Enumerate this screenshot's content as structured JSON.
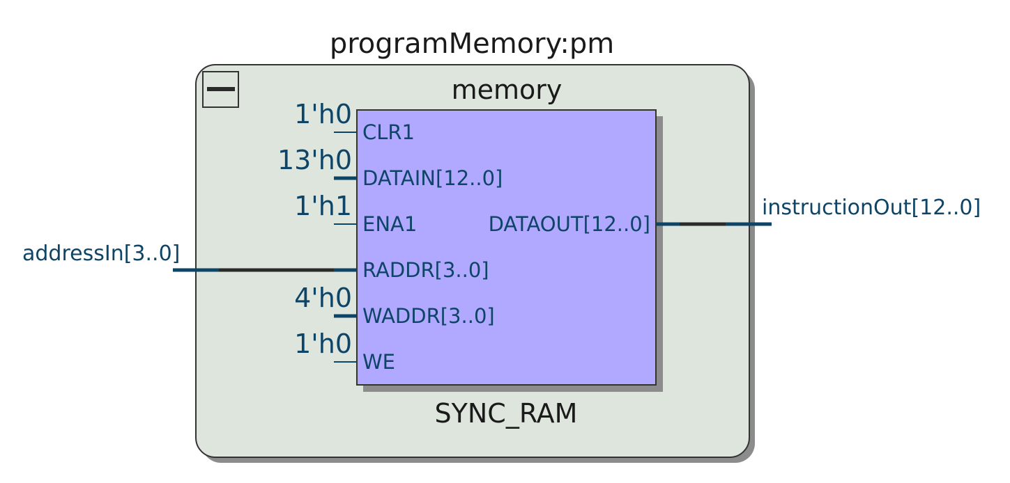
{
  "container": {
    "title": "programMemory:pm"
  },
  "block": {
    "instance_name": "memory",
    "type_name": "SYNC_RAM",
    "input_ports": [
      {
        "name": "CLR1",
        "const": "1'h0"
      },
      {
        "name": "DATAIN[12..0]",
        "const": "13'h0"
      },
      {
        "name": "ENA1",
        "const": "1'h1"
      },
      {
        "name": "RADDR[3..0]",
        "const": ""
      },
      {
        "name": "WADDR[3..0]",
        "const": "4'h0"
      },
      {
        "name": "WE",
        "const": "1'h0"
      }
    ],
    "output_ports": [
      {
        "name": "DATAOUT[12..0]"
      }
    ]
  },
  "signals": {
    "input": "addressIn[3..0]",
    "output": "instructionOut[12..0]"
  },
  "colors": {
    "container_fill": "#dde5dd",
    "container_border": "#333333",
    "block_fill": "#b1a9ff",
    "block_border": "#333333",
    "wire_blue": "#0e4466",
    "wire_dark": "#2a2a2a",
    "shadow": "#8c8c8c"
  }
}
